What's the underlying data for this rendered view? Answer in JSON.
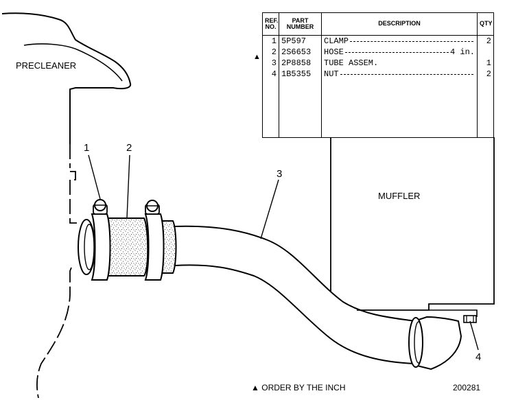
{
  "labels": {
    "precleaner": "PRECLEANER",
    "muffler": "MUFFLER"
  },
  "callouts": [
    "1",
    "2",
    "3",
    "4"
  ],
  "table": {
    "headers": {
      "ref": "REF. NO.",
      "part": "PART NUMBER",
      "description": "DESCRIPTION",
      "qty": "QTY"
    },
    "rows": [
      {
        "ref": "1",
        "part": "5P597",
        "description": "CLAMP",
        "note": "",
        "qty": "2",
        "by_inch": false
      },
      {
        "ref": "2",
        "part": "2S6653",
        "description": "HOSE",
        "note": "4 in.",
        "qty": "",
        "by_inch": true
      },
      {
        "ref": "3",
        "part": "2P8858",
        "description": "TUBE ASSEM.",
        "note": "",
        "qty": "1",
        "by_inch": false
      },
      {
        "ref": "4",
        "part": "1B5355",
        "description": "NUT",
        "note": "",
        "qty": "2",
        "by_inch": false
      }
    ]
  },
  "footer": {
    "symbol": "▲",
    "note": "ORDER BY THE INCH",
    "drawing_number": "200281"
  }
}
